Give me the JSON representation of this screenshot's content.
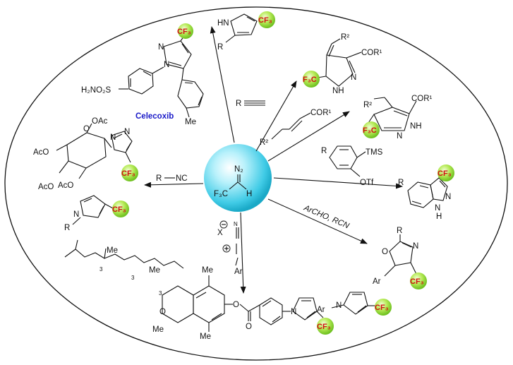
{
  "center": {
    "n2_label": "N₂",
    "f3c_label": "F₃C",
    "h_label": "H"
  },
  "cf3_badge": "CF₃",
  "f3c_badge": "F₃C",
  "reagents": {
    "alkyne": "R",
    "nitrile_isocyanide": "R",
    "nc_label": "NC",
    "enone": "COR¹",
    "enone_r2": "R²",
    "aryne_tms": "TMS",
    "aryne_otf": "OTf",
    "aryne_r": "R",
    "aldehyde": "ArCHO, RCN",
    "diazonium_x": "X",
    "diazonium_ar": "Ar"
  },
  "products": {
    "celecoxib_name": "Celecoxib",
    "celecoxib_so2": "H₂NO₂S",
    "celecoxib_me": "Me",
    "pyrazole_hn": "HN",
    "pyrazole_r": "R",
    "dihydropyrazole_r2": "R²",
    "dihydropyrazole_cor": "COR¹",
    "dihydropyrazole_n": "N",
    "dihydropyrazole_nh": "NH",
    "pyrazole2_r2": "R²",
    "pyrazole2_cor": "COR¹",
    "pyrazole2_n": "N",
    "pyrazole2_nh": "NH",
    "indazole_r": "R",
    "indazole_n": "N",
    "indazole_nh": "N\nH",
    "oxazoline_r": "R",
    "oxazoline_n": "N",
    "oxazoline_o": "O",
    "oxazoline_ar": "Ar",
    "tetrazole_ar": "Ar",
    "tetrazole_n": "N",
    "triazole_r": "R",
    "triazole_n": "N",
    "sugar_oac": "OAc",
    "sugar_aco1": "AcO",
    "sugar_aco2": "AcO",
    "sugar_aco3": "AcO",
    "sugar_o": "O",
    "tocopherol_me": "Me",
    "tocopherol_o": "O",
    "tocopherol_sub3": "3",
    "tocopherol_ester_o": "O"
  }
}
